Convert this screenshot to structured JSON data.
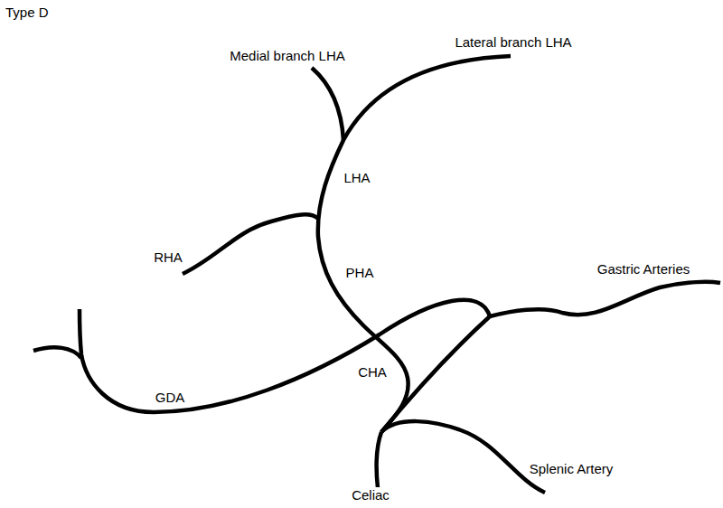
{
  "diagram": {
    "title": "Type D",
    "labels": [
      "Medial branch LHA",
      "Lateral branch LHA",
      "LHA",
      "RHA",
      "PHA",
      "Gastric Arteries",
      "GDA",
      "CHA",
      "Splenic Artery",
      "Celiac"
    ]
  }
}
